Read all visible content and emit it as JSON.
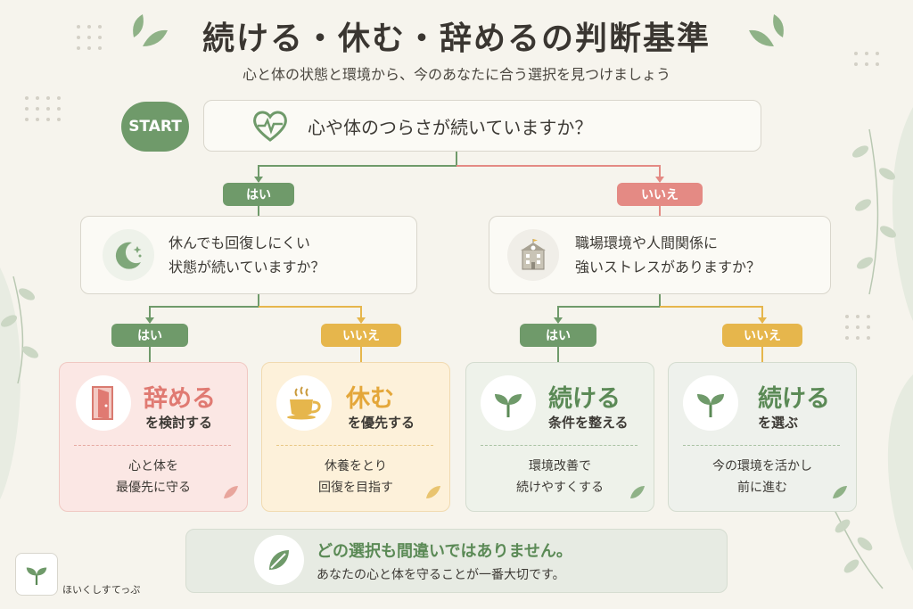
{
  "title": "続ける・休む・辞めるの判断基準",
  "subtitle": "心と体の状態と環境から、今のあなたに合う選択を見つけましょう",
  "start_label": "START",
  "top_question": "心や体のつらさが続いていますか？",
  "branches": {
    "yes_label": "はい",
    "no_label": "いいえ"
  },
  "left_question": {
    "line1": "休んでも回復しにくい",
    "line2": "状態が続いていますか？"
  },
  "right_question": {
    "line1": "職場環境や人間関係に",
    "line2": "強いストレスがありますか？"
  },
  "outcomes": [
    {
      "title": "辞める",
      "sub": "を検討する",
      "desc1": "心と体を",
      "desc2": "最優先に守る",
      "icon": "door-icon",
      "accent": "#e07a72"
    },
    {
      "title": "休む",
      "sub": "を優先する",
      "desc1": "休養をとり",
      "desc2": "回復を目指す",
      "icon": "coffee-cup-icon",
      "accent": "#e4a73a"
    },
    {
      "title": "続ける",
      "sub": "条件を整える",
      "desc1": "環境改善で",
      "desc2": "続けやすくする",
      "icon": "sprout-icon",
      "accent": "#5b8a56"
    },
    {
      "title": "続ける",
      "sub": "を選ぶ",
      "desc1": "今の環境を活かし",
      "desc2": "前に進む",
      "icon": "sprout-icon",
      "accent": "#5b8a56"
    }
  ],
  "bottom": {
    "title": "どの選択も間違いではありません。",
    "sub": "あなたの心と体を守ることが一番大切です。"
  },
  "brand": "ほいくしすてっぷ",
  "colors": {
    "green": "#6f9a6a",
    "red": "#e48a84",
    "yellow": "#e6b64c"
  }
}
